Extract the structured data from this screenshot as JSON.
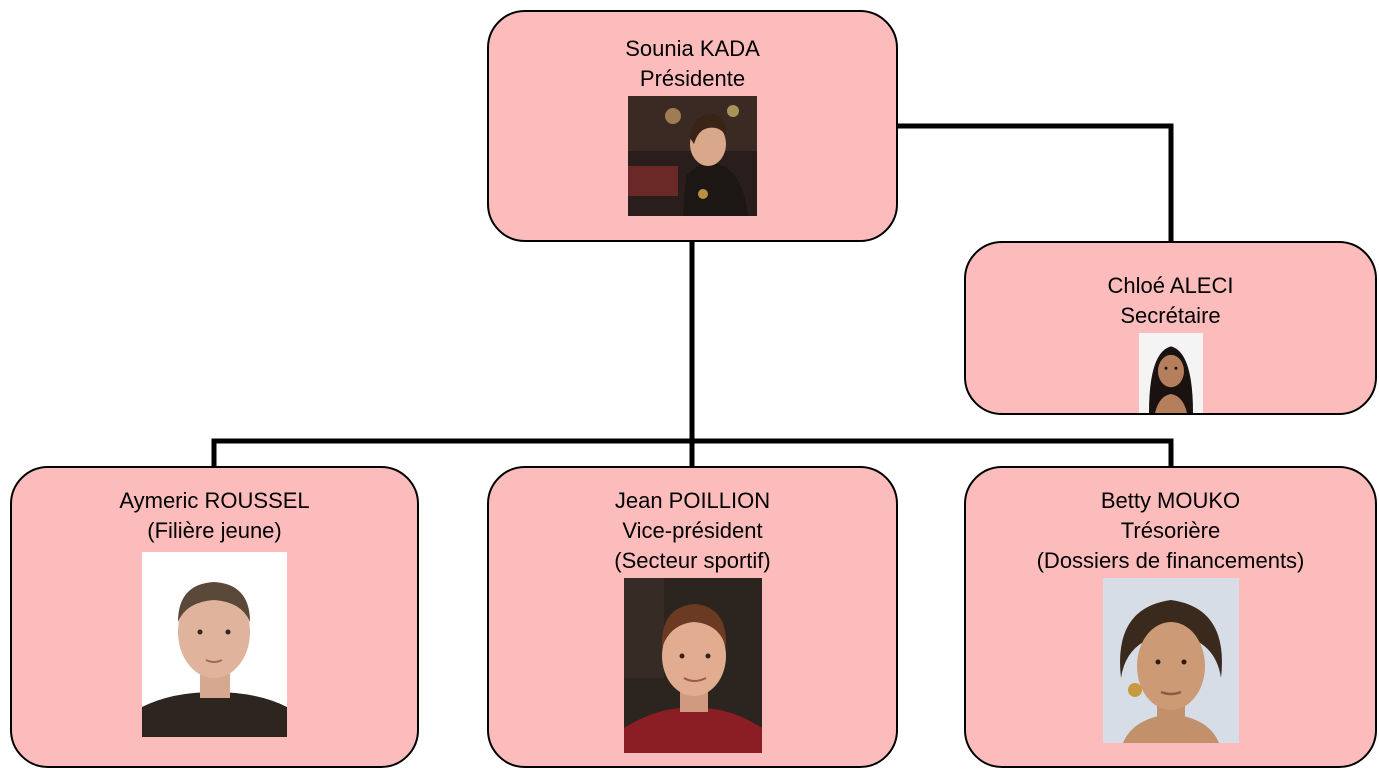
{
  "colors": {
    "box_fill": "#fcbcbc",
    "box_stroke": "#000000",
    "connector": "#000000"
  },
  "members": {
    "kada": {
      "name": "Sounia KADA",
      "role": "Présidente",
      "photo_icon": "portrait-photo-kada"
    },
    "aleci": {
      "name": "Chloé ALECI",
      "role": "Secrétaire",
      "photo_icon": "portrait-photo-aleci"
    },
    "roussel": {
      "name": "Aymeric ROUSSEL",
      "detail": "(Filière jeune)",
      "photo_icon": "portrait-photo-roussel"
    },
    "poillon": {
      "name": "Jean POILLION",
      "role": "Vice-président",
      "detail": "(Secteur sportif)",
      "photo_icon": "portrait-photo-poillon"
    },
    "mouko": {
      "name": "Betty MOUKO",
      "role": "Trésorière",
      "detail": "(Dossiers de financements)",
      "photo_icon": "portrait-photo-mouko"
    }
  }
}
